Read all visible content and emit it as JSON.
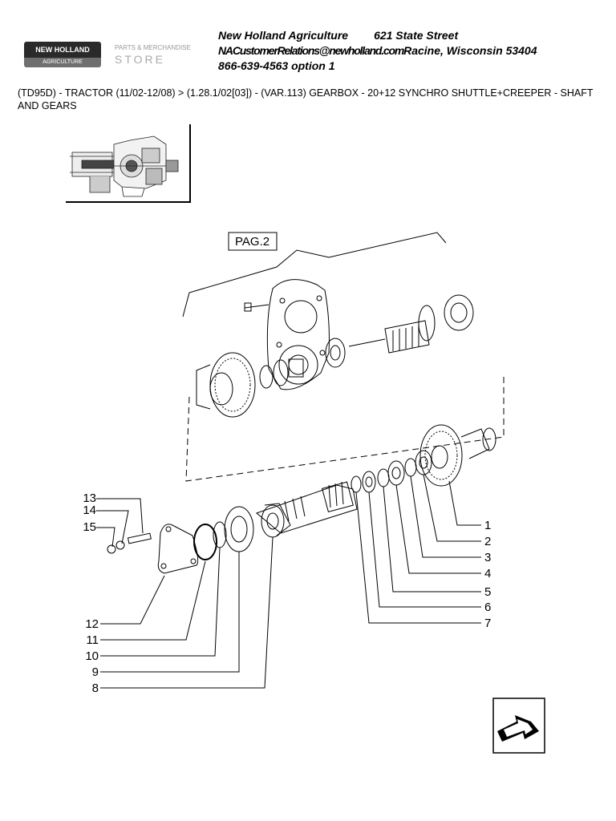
{
  "header": {
    "logo_top": "NEW HOLLAND",
    "logo_bottom": "AGRICULTURE",
    "store_label": "PARTS & MERCHANDISE",
    "store_word": "STORE",
    "company": "New Holland Agriculture",
    "street": "621 State Street",
    "email": "NACustomerRelations@newholland.com",
    "city": "Racine, Wisconsin 53404",
    "phone": "866-639-4563 option 1"
  },
  "breadcrumb": "(TD95D) - TRACTOR (11/02-12/08) > (1.28.1/02[03]) - (VAR.113) GEARBOX - 20+12 SYNCHRO SHUTTLE+CREEPER - SHAFT AND GEARS",
  "diagram": {
    "page_ref": "PAG.2",
    "callouts_right": [
      "1",
      "2",
      "3",
      "4",
      "5",
      "6",
      "7"
    ],
    "callouts_left_top": [
      "13",
      "14",
      "15"
    ],
    "callouts_left_bottom": [
      "12",
      "11",
      "10",
      "9",
      "8"
    ]
  },
  "icons": {
    "logo": "new-holland-logo-icon",
    "thumbnail": "assembly-thumbnail-icon",
    "nav": "next-arrow-icon"
  }
}
